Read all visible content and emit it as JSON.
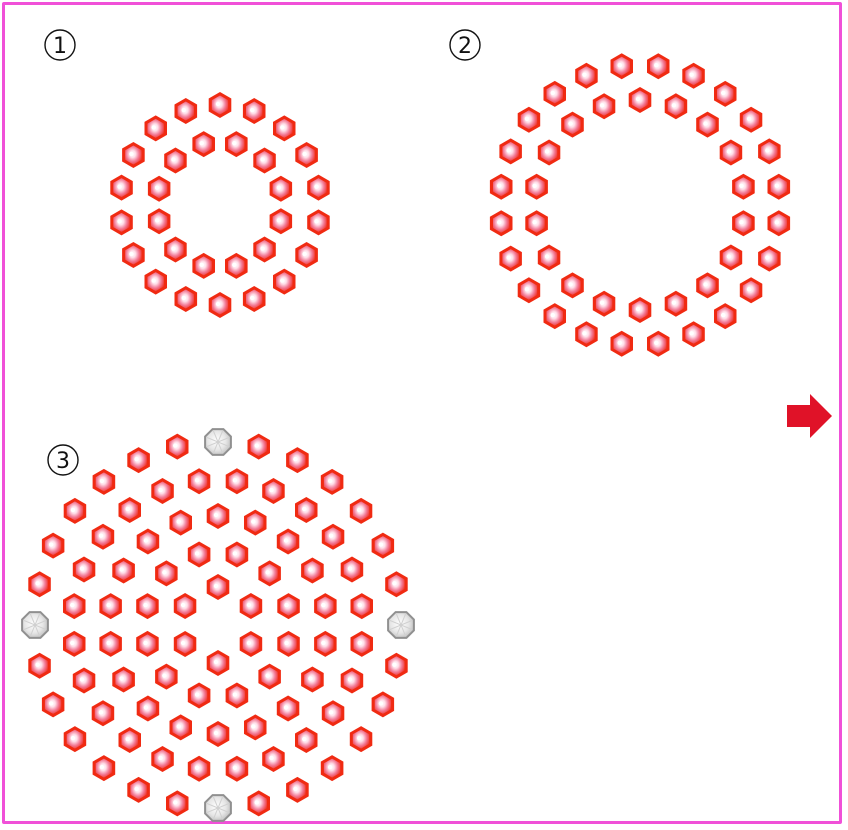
{
  "colors": {
    "frame": "#f050d8",
    "gem_red": "#f02a12",
    "gem_highlight": "#ffe6ee",
    "gem_mid": "#f5a0b8",
    "gem_gray": "#909090",
    "arrow": "#e01228"
  },
  "steps": [
    {
      "label": "1"
    },
    {
      "label": "2"
    },
    {
      "label": "3"
    }
  ],
  "arrow_icon": "right-arrow-icon"
}
